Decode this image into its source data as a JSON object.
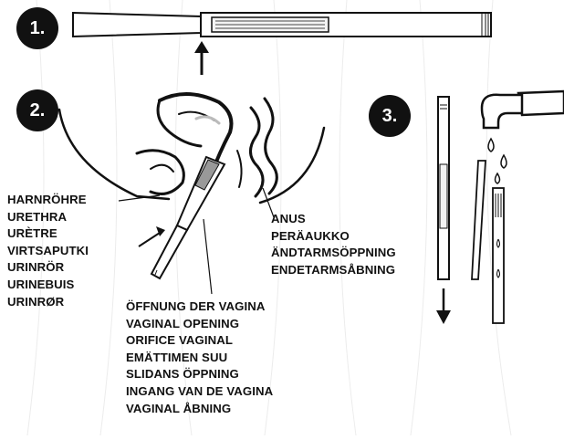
{
  "steps": {
    "one": "1.",
    "two": "2.",
    "three": "3."
  },
  "urethra_labels": [
    "HARNRÖHRE",
    "URETHRA",
    "URÈTRE",
    "VIRTSAPUTKI",
    "URINRÖR",
    "URINEBUIS",
    "URINRØR"
  ],
  "anus_labels": [
    "ANUS",
    "PERÄAUKKO",
    "ÄNDTARMSÖPPNING",
    "ENDETARMSÅBNING"
  ],
  "vagina_labels": [
    "ÖFFNUNG DER VAGINA",
    "VAGINAL OPENING",
    "ORIFICE VAGINAL",
    "EMÄTTIMEN SUU",
    "SLIDANS ÖPPNING",
    "INGANG VAN DE VAGINA",
    "VAGINAL ÅBNING"
  ],
  "colors": {
    "ink": "#111111",
    "tube_fill": "#f3f3f3"
  }
}
